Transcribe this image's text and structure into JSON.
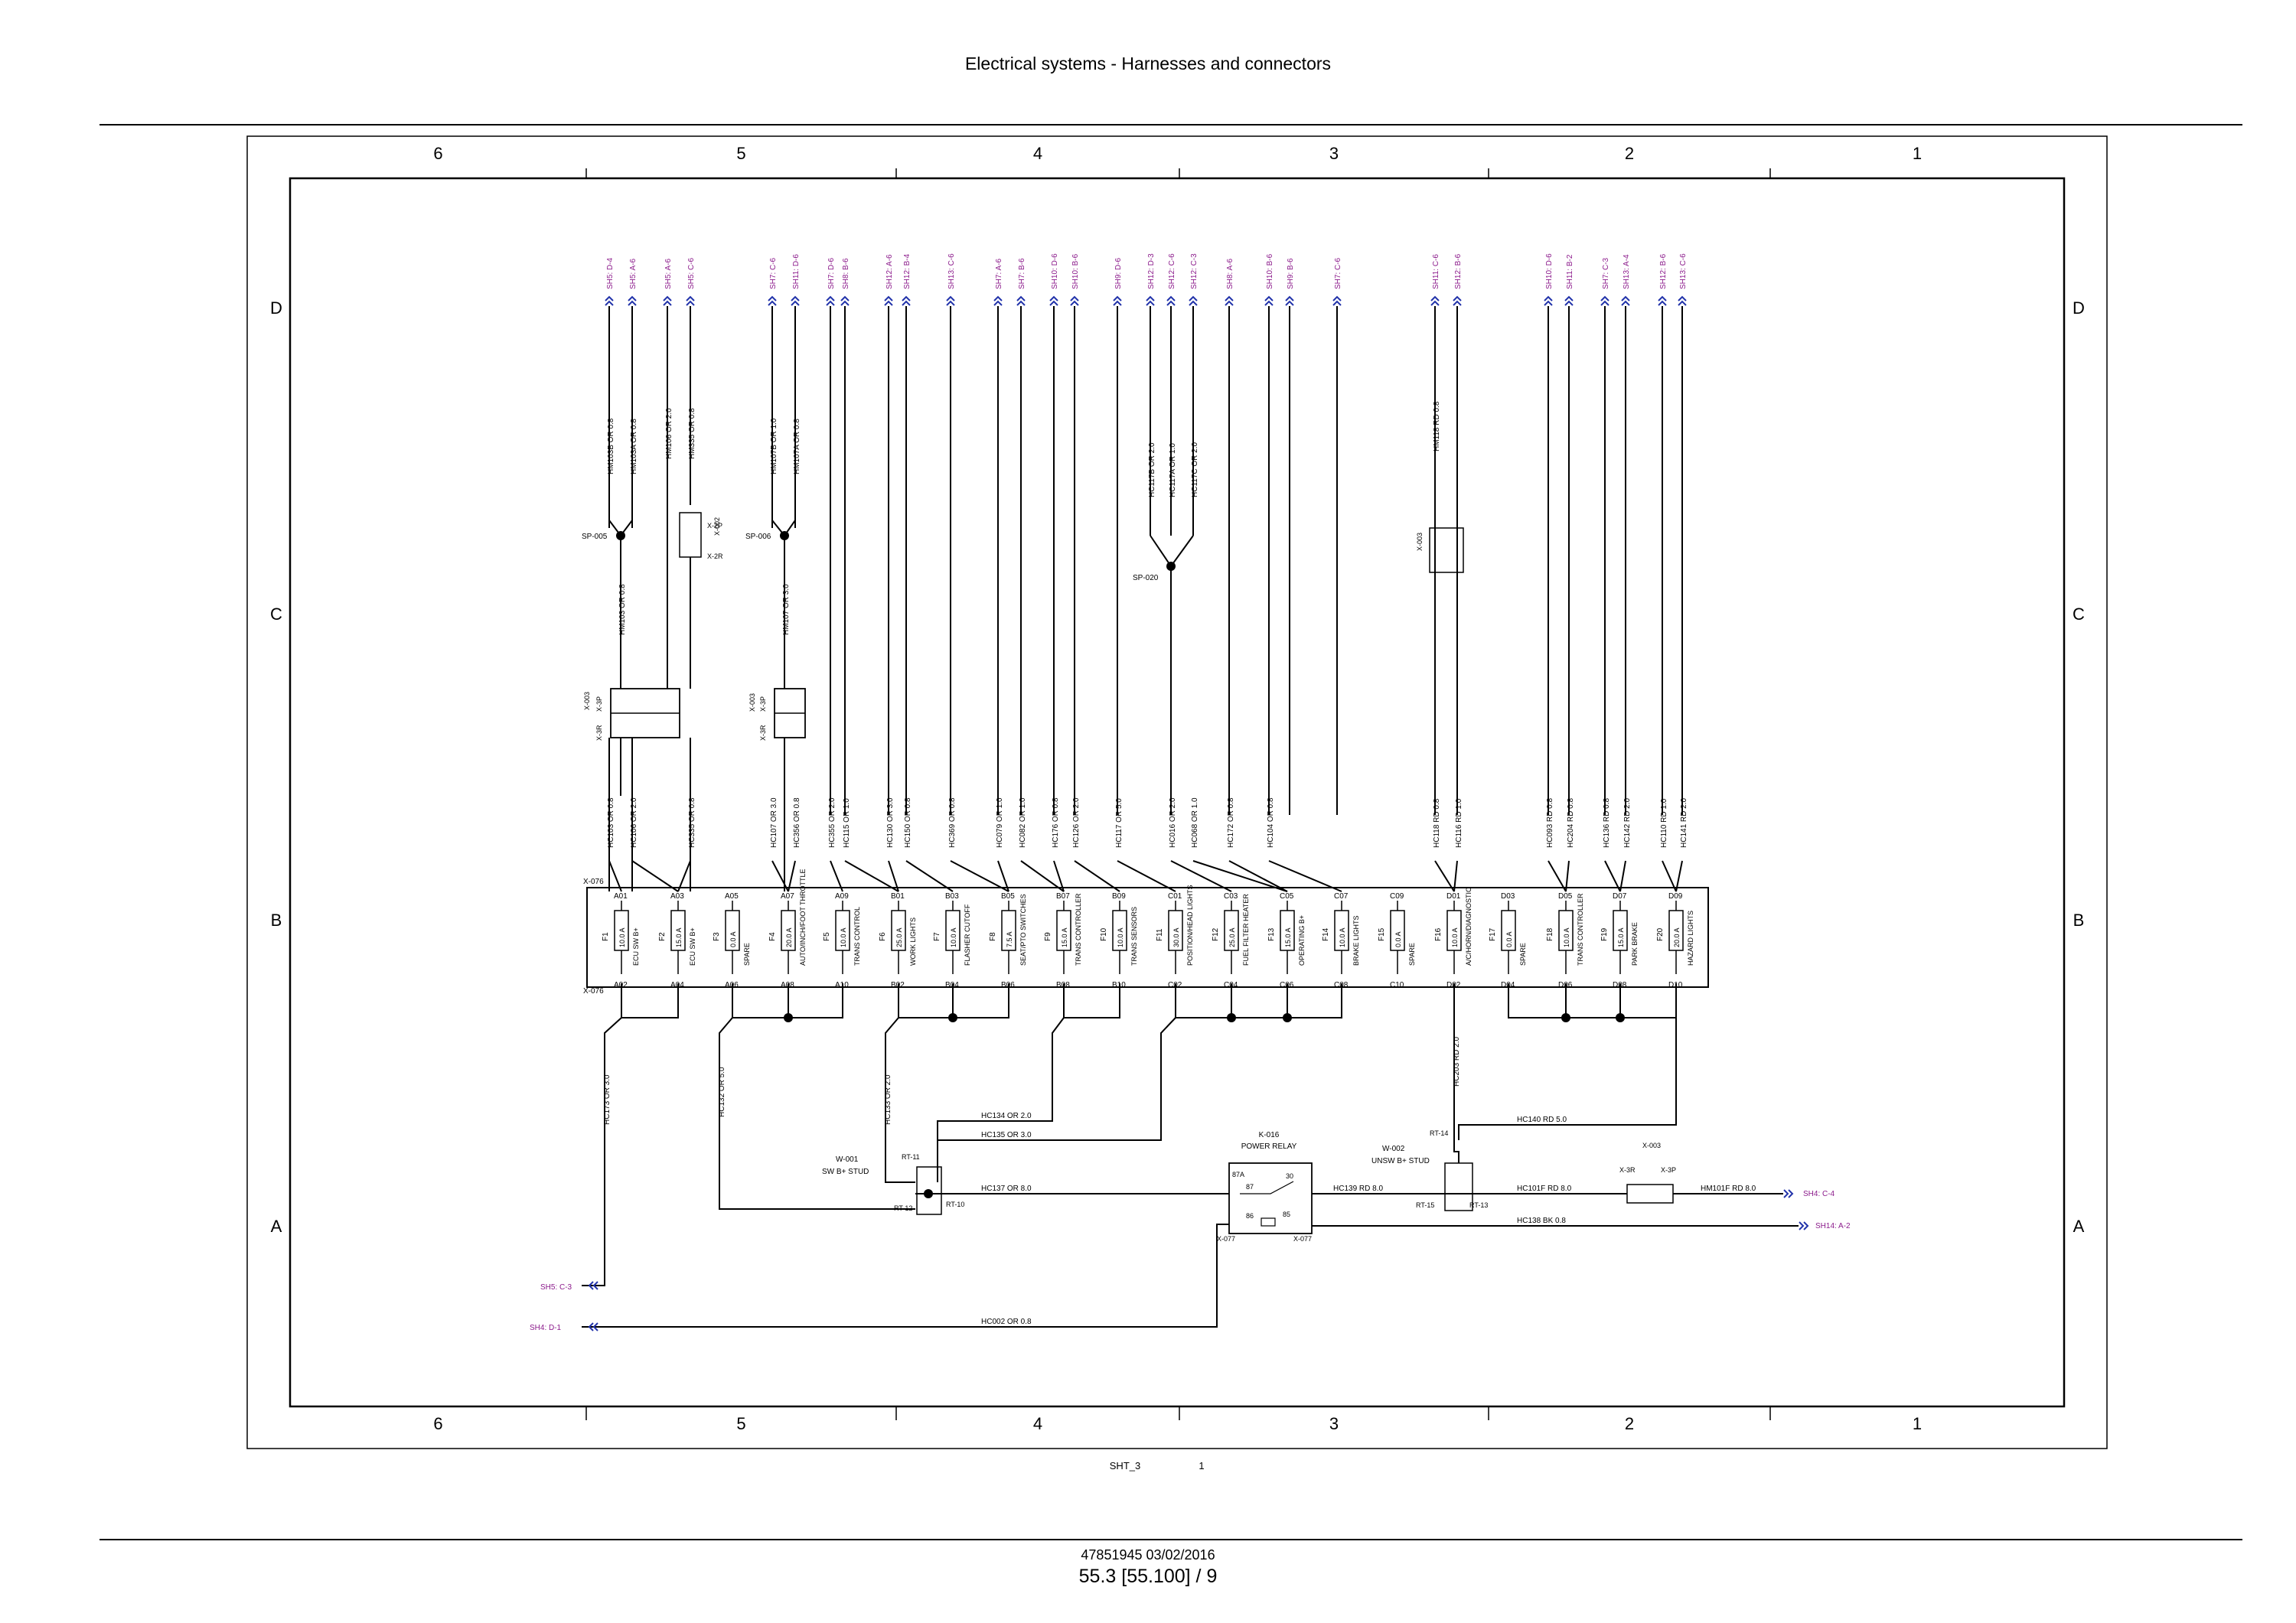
{
  "header": {
    "title": "Electrical systems - Harnesses and connectors"
  },
  "footer": {
    "doc_ref": "47851945 03/02/2016",
    "page": "55.3 [55.100] / 9"
  },
  "frame": {
    "columns": [
      "6",
      "5",
      "4",
      "3",
      "2",
      "1"
    ],
    "rows": [
      "D",
      "C",
      "B",
      "A"
    ],
    "sheet_label": "SHT_3",
    "sheet_num": "1"
  },
  "colors": {
    "ref_purple": "#8b1a8b",
    "arrow_blue": "#2233aa",
    "line": "#000000"
  },
  "top_refs": [
    "SH5: D-4",
    "SH5: A-6",
    "SH5: A-6",
    "SH5: C-6",
    "SH7: C-6",
    "SH11: D-6",
    "SH7: D-6",
    "SH8: B-6",
    "SH12: A-6",
    "SH12: B-4",
    "SH13: C-6",
    "SH7: A-6",
    "SH7: B-6",
    "SH10: D-6",
    "SH10: B-6",
    "SH9: D-6",
    "SH12: D-3",
    "SH12: C-6",
    "SH12: C-3",
    "SH8: A-6",
    "SH10: B-6",
    "SH9: B-6",
    "SH7: C-6",
    "SH11: C-6",
    "SH12: B-6",
    "SH10: D-6",
    "SH11: B-2",
    "SH7: C-3",
    "SH13: A-4",
    "SH12: B-6",
    "SH13: C-6"
  ],
  "upper_wires": [
    "HM103B OR 0.8",
    "HM103A OR 0.8",
    "HM106 OR 2.0",
    "HM335 OR 0.8",
    "HM107B OR 1.0",
    "HM107A OR 0.8",
    "HC117B OR 2.0",
    "HC117A OR 1.0",
    "HC117C OR 2.0",
    "HM118 RD 0.8"
  ],
  "mid_wires": [
    "HM103 OR 0.8",
    "HM107 OR 3.0"
  ],
  "splices": [
    "SP-005",
    "SP-006",
    "SP-020"
  ],
  "connectors": {
    "x003": "X-003",
    "x002": "X-002",
    "x3p": "X-3P",
    "x3r": "X-3R",
    "x2p": "X-2P",
    "x2r": "X-2R",
    "x076": "X-076",
    "x077": "X-077"
  },
  "lower_wires": [
    "HC103 OR 0.8",
    "HC106 OR 2.0",
    "HC335 OR 0.8",
    "HC107 OR 3.0",
    "HC356 OR 0.8",
    "HC355 OR 2.0",
    "HC115 OR 1.0",
    "HC130 OR 3.0",
    "HC150 OR 0.8",
    "HC369 OR 0.8",
    "HC079 OR 1.0",
    "HC082 OR 1.0",
    "HC176 OR 0.8",
    "HC126 OR 2.0",
    "HC117 OR 5.0",
    "HC016 OR 2.0",
    "HC068 OR 1.0",
    "HC172 OR 0.8",
    "HC104 OR 0.8",
    "HC118 RD 0.8",
    "HC116 RD 1.0",
    "HC093 RD 0.8",
    "HC204 RD 0.8",
    "HC136 RD 0.8",
    "HC142 RD 2.0",
    "HC110 RD 1.0",
    "HC141 RD 2.0"
  ],
  "fuses": [
    {
      "id": "F1",
      "amp": "10.0 A",
      "func": "ECU SW B+",
      "top": "A01",
      "bot": "A02"
    },
    {
      "id": "F2",
      "amp": "15.0 A",
      "func": "ECU SW B+",
      "top": "A03",
      "bot": "A04"
    },
    {
      "id": "F3",
      "amp": "0.0 A",
      "func": "SPARE",
      "top": "A05",
      "bot": "A06"
    },
    {
      "id": "F4",
      "amp": "20.0 A",
      "func": "AUTO/INCH/FOOT THROTTLE",
      "top": "A07",
      "bot": "A08"
    },
    {
      "id": "F5",
      "amp": "10.0 A",
      "func": "TRANS CONTROL",
      "top": "A09",
      "bot": "A10"
    },
    {
      "id": "F6",
      "amp": "25.0 A",
      "func": "WORK LIGHTS",
      "top": "B01",
      "bot": "B02"
    },
    {
      "id": "F7",
      "amp": "10.0 A",
      "func": "FLASHER CUTOFF",
      "top": "B03",
      "bot": "B04"
    },
    {
      "id": "F8",
      "amp": "7.5 A",
      "func": "SEAT/PTO SWITCHES",
      "top": "B05",
      "bot": "B06"
    },
    {
      "id": "F9",
      "amp": "15.0 A",
      "func": "TRANS CONTROLLER",
      "top": "B07",
      "bot": "B08"
    },
    {
      "id": "F10",
      "amp": "10.0 A",
      "func": "TRANS SENSORS",
      "top": "B09",
      "bot": "B10"
    },
    {
      "id": "F11",
      "amp": "30.0 A",
      "func": "POSITION/HEAD LIGHTS",
      "top": "C01",
      "bot": "C02"
    },
    {
      "id": "F12",
      "amp": "25.0 A",
      "func": "FUEL FILTER HEATER",
      "top": "C03",
      "bot": "C04"
    },
    {
      "id": "F13",
      "amp": "15.0 A",
      "func": "OPERATING B+",
      "top": "C05",
      "bot": "C06"
    },
    {
      "id": "F14",
      "amp": "10.0 A",
      "func": "BRAKE LIGHTS",
      "top": "C07",
      "bot": "C08"
    },
    {
      "id": "F15",
      "amp": "0.0 A",
      "func": "SPARE",
      "top": "C09",
      "bot": "C10"
    },
    {
      "id": "F16",
      "amp": "10.0 A",
      "func": "A/C/HORN/DIAGNOSTIC",
      "top": "D01",
      "bot": "D02"
    },
    {
      "id": "F17",
      "amp": "0.0 A",
      "func": "SPARE",
      "top": "D03",
      "bot": "D04"
    },
    {
      "id": "F18",
      "amp": "10.0 A",
      "func": "TRANS CONTROLLER",
      "top": "D05",
      "bot": "D06"
    },
    {
      "id": "F19",
      "amp": "15.0 A",
      "func": "PARK BRAKE",
      "top": "D07",
      "bot": "D08"
    },
    {
      "id": "F20",
      "amp": "20.0 A",
      "func": "HAZARD LIGHTS",
      "top": "D09",
      "bot": "D10"
    }
  ],
  "bottom_wires": {
    "hc173": "HC173 OR 3.0",
    "hc132": "HC132 OR 5.0",
    "hc133": "HC133 OR 2.0",
    "hc134": "HC134 OR 2.0",
    "hc135": "HC135 OR 3.0",
    "hc137": "HC137 OR 8.0",
    "hc139": "HC139 RD 8.0",
    "hc203": "HC203 RD 2.0",
    "hc140": "HC140 RD 5.0",
    "hc101f": "HC101F RD 8.0",
    "hm101f": "HM101F RD 8.0",
    "hc138": "HC138 BK 0.8",
    "hc002": "HC002 OR 0.8"
  },
  "studs": {
    "w001_id": "W-001",
    "w001_name": "SW B+ STUD",
    "w002_id": "W-002",
    "w002_name": "UNSW B+ STUD",
    "rt": [
      "RT-11",
      "RT-12",
      "RT-10",
      "RT-14",
      "RT-15",
      "RT-13"
    ]
  },
  "relay": {
    "id": "K-016",
    "name": "POWER RELAY",
    "pins": [
      "87A",
      "87",
      "30",
      "85",
      "86"
    ]
  },
  "side_refs": {
    "c3": "SH5: C-3",
    "d1": "SH4: D-1",
    "c4": "SH4: C-4",
    "a2": "SH14: A-2"
  }
}
